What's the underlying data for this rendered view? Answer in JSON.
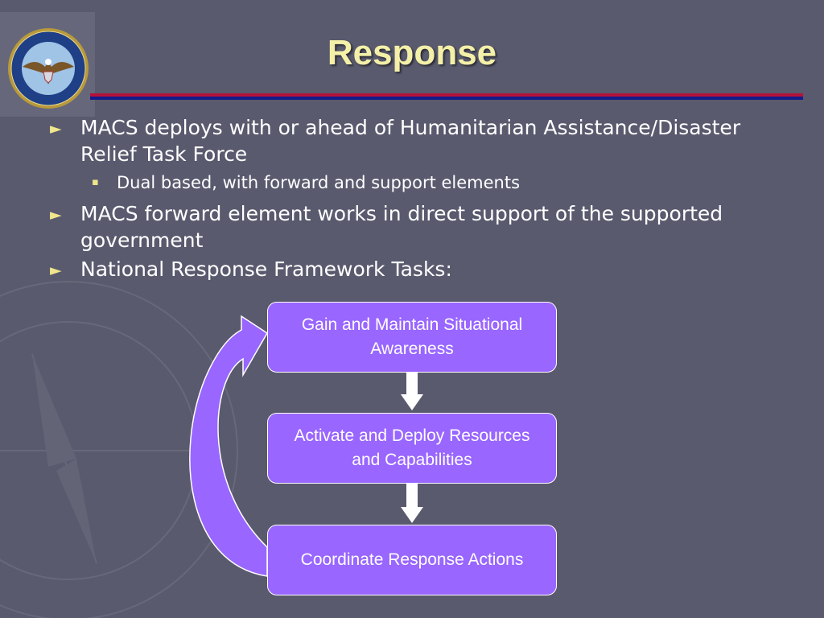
{
  "slide": {
    "title": "Response",
    "bullets": [
      {
        "level": 1,
        "text": "MACS deploys with or ahead of Humanitarian Assistance/Disaster Relief Task Force"
      },
      {
        "level": 2,
        "text": "Dual based, with forward and support elements"
      },
      {
        "level": 1,
        "text": "MACS forward element works in direct support of the supported government"
      },
      {
        "level": 1,
        "text": "National Response Framework Tasks:"
      }
    ],
    "markers": {
      "level1": "►",
      "level2": "▪"
    }
  },
  "flow": {
    "steps": [
      {
        "label": "Gain and Maintain Situational Awareness"
      },
      {
        "label": "Activate and Deploy Resources and Capabilities"
      },
      {
        "label": "Coordinate Response Actions"
      }
    ]
  },
  "icons": {
    "seal": "department-of-defense-seal",
    "arrow_down": "down-arrow-icon",
    "cycle_arrow": "curved-return-arrow-icon"
  },
  "colors": {
    "background": "#595a6e",
    "title": "#f4f0a8",
    "box_fill": "#9966ff",
    "rule_red": "#b5123a",
    "rule_blue": "#141c8a",
    "bullet_marker": "#f0e68c"
  }
}
